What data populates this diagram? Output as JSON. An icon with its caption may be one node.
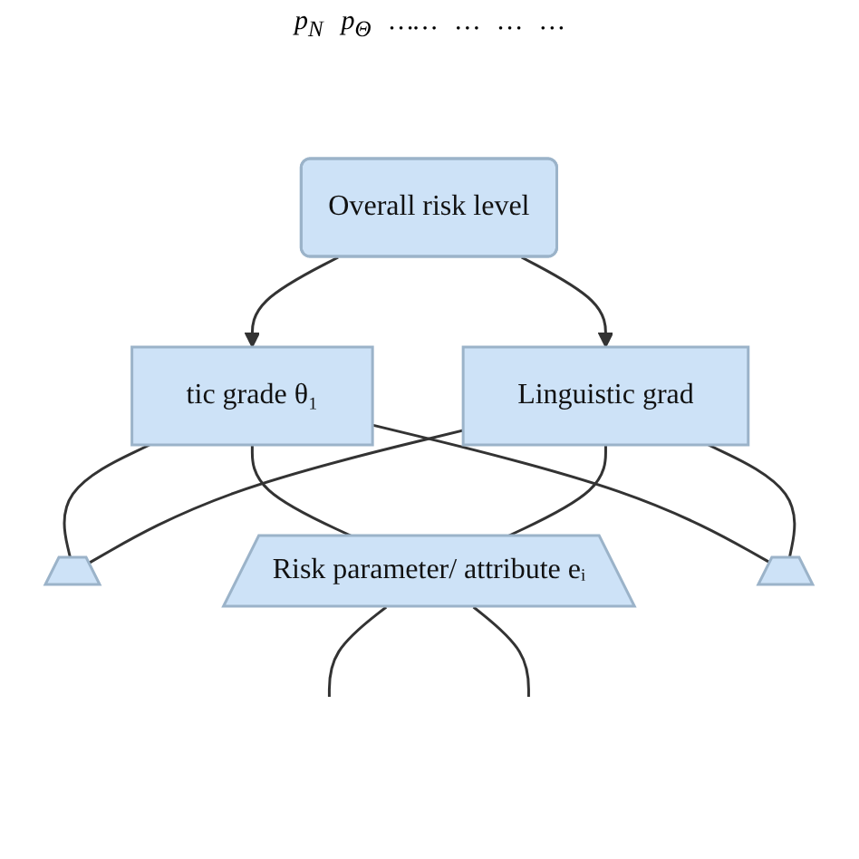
{
  "diagram": {
    "nodes": [
      {
        "text": [
          "Overall risk level"
        ]
      },
      {
        "text": [
          "tic grade θ₁"
        ]
      },
      {
        "text": [
          "Linguistic grad"
        ]
      },
      {
        "text": [],
        "shape": "box"
      },
      {
        "text": [
          "Risk parameter/ attribute eᵢ"
        ]
      },
      {
        "text": [],
        "shape": "box"
      }
    ],
    "edges": [
      {
        "from": 0,
        "to": 1,
        "arrow": "to"
      },
      {
        "from": 0,
        "to": 2,
        "arrow": "to"
      },
      {
        "from": 1,
        "to": 3,
        "arrow": "none"
      },
      {
        "from": 1,
        "to": 4,
        "arrow": "none"
      },
      {
        "from": 1,
        "to": 5,
        "arrow": "none"
      },
      {
        "from": 2,
        "to": 3,
        "arrow": "none"
      },
      {
        "from": 2,
        "to": 4,
        "arrow": "none"
      },
      {
        "from": 2,
        "to": 5,
        "arrow": "none"
      },
      {
        "from": 4,
        "to": null,
        "arrow": "none"
      },
      {
        "from": 4,
        "to": null,
        "arrow": "none"
      }
    ],
    "labels": [
      "p$_{N}$",
      "p$_{Θ}$",
      "……",
      "…",
      "…",
      "…"
    ]
  }
}
